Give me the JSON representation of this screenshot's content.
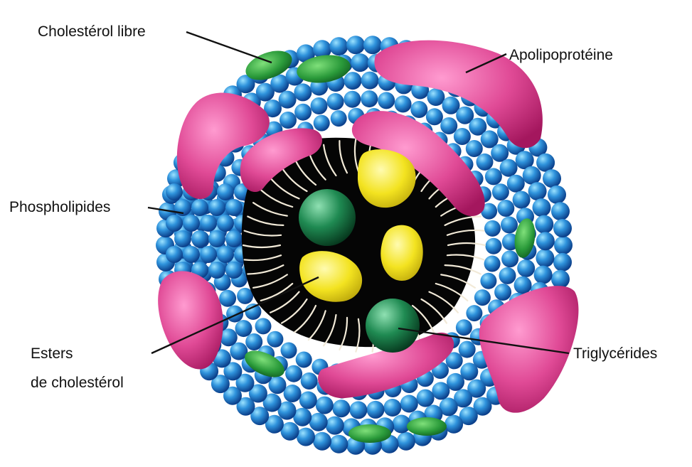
{
  "labels": {
    "free_cholesterol": "Cholestérol libre",
    "apolipoprotein": "Apolipoprotéine",
    "phospholipids": "Phospholipides",
    "cholesterol_esters_line1": "Esters",
    "cholesterol_esters_line2": "de cholestérol",
    "triglycerides": "Triglycérides"
  },
  "colors": {
    "background": "#ffffff",
    "phospholipid_head": "#1f78c8",
    "phospholipid_highlight": "#6ec3f2",
    "apolipoprotein": "#e04a96",
    "free_cholesterol": "#2a9a3a",
    "core": "#050505",
    "cholesterol_ester": "#f3e320",
    "triglyceride": "#1a7a48",
    "tails": "#f2ead8",
    "leader_line": "#111111"
  }
}
